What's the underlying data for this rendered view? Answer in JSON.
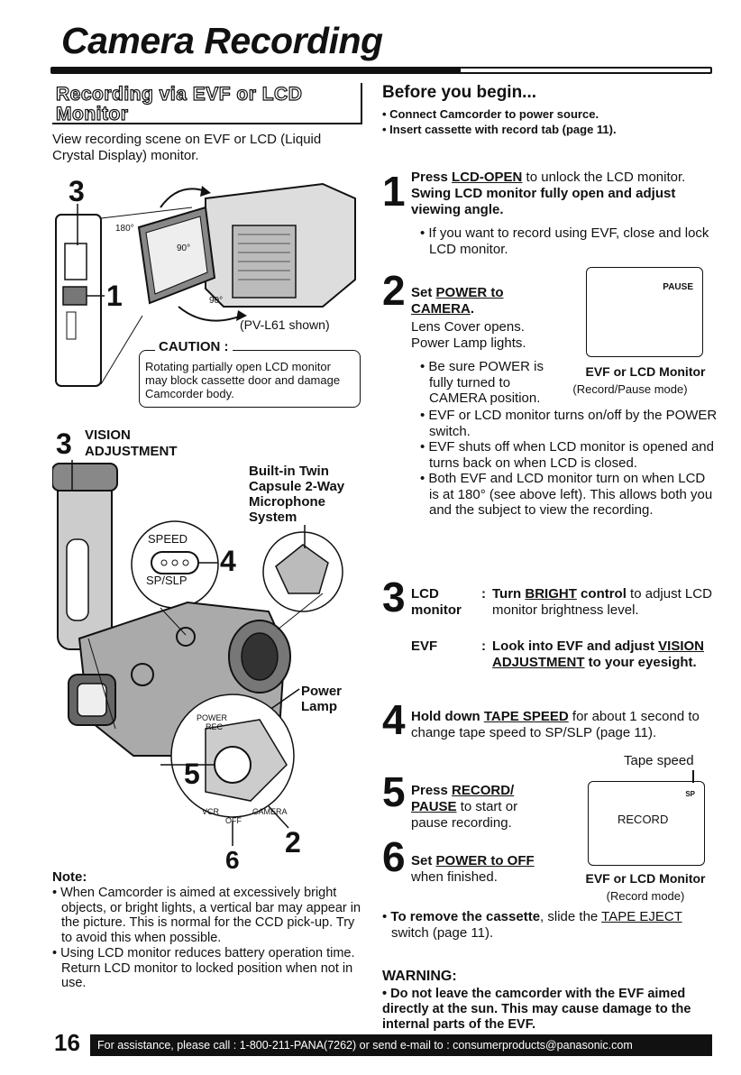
{
  "header": {
    "title": "Camera Recording"
  },
  "section": {
    "heading_line1": "Recording via EVF or LCD",
    "heading_line2": "Monitor",
    "intro": "View recording scene on EVF or LCD (Liquid Crystal Display) monitor."
  },
  "fig1": {
    "callout_3": "3",
    "callout_1": "1",
    "angle_180": "180°",
    "angle_90a": "90°",
    "angle_90b": "90°",
    "model_note": "(PV-L61 shown)"
  },
  "caution": {
    "title": "CAUTION :",
    "text": "Rotating partially open LCD monitor may block cassette door and damage Camcorder body."
  },
  "fig2": {
    "callout_3": "3",
    "vision_line1": "VISION",
    "vision_line2": "ADJUSTMENT",
    "mic_label": "Built-in Twin Capsule 2-Way Microphone System",
    "speed_label": "SPEED",
    "spslp_label": "SP/SLP",
    "callout_4": "4",
    "power_lamp": "Power Lamp",
    "power_rec_top": "POWER",
    "power_rec_bottom": "REC",
    "callout_5": "5",
    "vcr": "VCR",
    "off": "OFF",
    "camera": "CAMERA",
    "callout_2": "2",
    "callout_6": "6"
  },
  "note": {
    "title": "Note:",
    "items": [
      "When Camcorder is aimed at excessively bright objects, or bright lights, a vertical bar may appear in the picture. This is normal for the CCD pick-up. Try to avoid this when possible.",
      "Using LCD monitor reduces battery operation time. Return LCD monitor to locked position when not in use."
    ]
  },
  "before": {
    "title": "Before you begin...",
    "items": [
      "Connect Camcorder to power source.",
      "Insert cassette with record tab (page 11)."
    ]
  },
  "step1": {
    "num": "1",
    "lead": "Press ",
    "key": "LCD-OPEN",
    "text_a": " to unlock the LCD monitor. ",
    "text_b": "Swing LCD monitor fully open and adjust viewing angle.",
    "bullet": "If you want to record using EVF, close and lock LCD monitor."
  },
  "step2": {
    "num": "2",
    "lead": "Set ",
    "key": "POWER to CAMERA",
    "text": "Lens Cover opens. Power Lamp lights.",
    "bullet1": "Be sure POWER is fully turned to CAMERA position.",
    "bullets": [
      "EVF or LCD monitor turns on/off by the POWER switch.",
      "EVF shuts off when LCD monitor is opened and turns back on when LCD is closed.",
      "Both EVF and LCD monitor turn on when LCD is at 180° (see above left). This allows both you and the subject to view the recording."
    ]
  },
  "monitor1": {
    "display": "PAUSE",
    "caption": "EVF or LCD Monitor",
    "sub": "(Record/Pause mode)"
  },
  "step3": {
    "num": "3",
    "lcd_label": "LCD monitor",
    "lcd_text_a": "Turn ",
    "lcd_key": "BRIGHT",
    "lcd_text_b": " control",
    "lcd_text_c": " to adjust LCD monitor brightness level.",
    "evf_label": "EVF",
    "evf_text_a": "Look into EVF and adjust ",
    "evf_key": "VISION ADJUSTMENT",
    "evf_text_b": " to your eyesight."
  },
  "step4": {
    "num": "4",
    "lead": "Hold down ",
    "key": "TAPE SPEED",
    "text": " for about 1 second to change tape speed to SP/SLP (page 11)."
  },
  "step5": {
    "num": "5",
    "lead": "Press ",
    "key": "RECORD/ PAUSE",
    "text": " to start or pause recording."
  },
  "step6": {
    "num": "6",
    "lead": "Set ",
    "key": "POWER to OFF",
    "text": " when finished."
  },
  "monitor2": {
    "tape_speed_label": "Tape speed",
    "sp": "SP",
    "display": "RECORD",
    "caption": "EVF or LCD Monitor",
    "sub": "(Record mode)"
  },
  "remove": {
    "lead": "To remove the cassette",
    "text_a": ", slide the ",
    "key": "TAPE EJECT",
    "text_b": " switch (page 11)."
  },
  "warning": {
    "title": "WARNING:",
    "text": "Do not leave the camcorder with the EVF aimed directly at the sun. This may cause damage to the internal parts of the EVF."
  },
  "footer": {
    "page_number": "16",
    "assist": "For assistance, please call : 1-800-211-PANA(7262) or send e-mail to : consumerproducts@panasonic.com"
  }
}
